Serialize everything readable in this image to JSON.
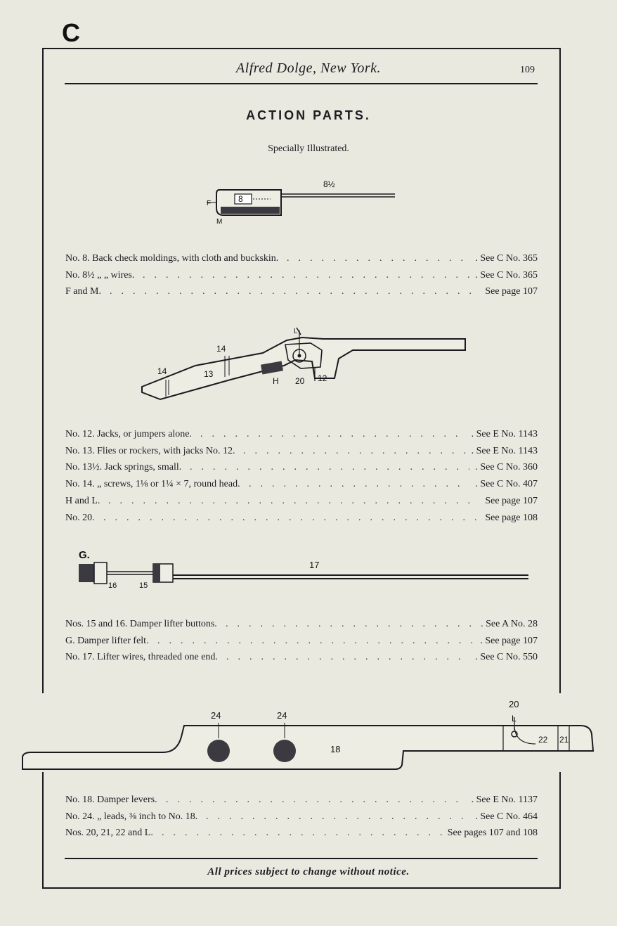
{
  "page": {
    "corner_letter": "C",
    "header_title": "Alfred Dolge, New York.",
    "page_number": "109",
    "section_title": "ACTION PARTS.",
    "subtitle": "Specially Illustrated.",
    "footer_note": "All prices subject to change without notice."
  },
  "figures": {
    "fig1": {
      "labels": [
        "8",
        "8½",
        "F",
        "M"
      ]
    },
    "fig2": {
      "labels": [
        "14",
        "14",
        "13",
        "H",
        "20",
        "12",
        "L"
      ]
    },
    "fig3": {
      "labels": [
        "G.",
        "16",
        "15",
        "17"
      ]
    },
    "fig4": {
      "labels": [
        "24",
        "24",
        "18",
        "20",
        "L",
        "22",
        "21"
      ]
    }
  },
  "groups": [
    {
      "items": [
        {
          "label": "No.  8.   Back check moldings, with cloth and buckskin.",
          "ref": ". See C No.  365"
        },
        {
          "label": "No.  8½   „      „     wires.",
          "ref": ". See C No.  365"
        },
        {
          "label": "F and M.",
          "ref": "See page 107"
        }
      ]
    },
    {
      "items": [
        {
          "label": "No. 12.   Jacks, or jumpers alone.",
          "ref": ". See E No. 1143"
        },
        {
          "label": "No. 13.   Flies or rockers, with jacks No. 12.",
          "ref": ". See E No. 1143"
        },
        {
          "label": "No. 13½. Jack springs, small.",
          "ref": ". See C No.  360"
        },
        {
          "label": "No. 14.     „    screws, 1⅛ or 1¼ × 7, round head.",
          "ref": ". See C No.  407"
        },
        {
          "label": "H and L.",
          "ref": "See page 107"
        },
        {
          "label": "No. 20.",
          "ref": "See page 108"
        }
      ]
    },
    {
      "items": [
        {
          "label": "Nos. 15 and 16.  Damper lifter buttons.",
          "ref": ". See A No.   28"
        },
        {
          "label": "        G.   Damper lifter felt.",
          "ref": ". See  page  107"
        },
        {
          "label": "No. 17.   Lifter wires, threaded one end.",
          "ref": ". See C No.  550"
        }
      ]
    },
    {
      "items": [
        {
          "label": "No. 18.   Damper levers.",
          "ref": ". See E No. 1137"
        },
        {
          "label": "No. 24.        „     leads, ⅜ inch to No. 18.",
          "ref": ". See C No.  464"
        },
        {
          "label": "Nos. 20, 21, 22 and L.",
          "ref": "See pages 107 and 108"
        }
      ]
    }
  ]
}
